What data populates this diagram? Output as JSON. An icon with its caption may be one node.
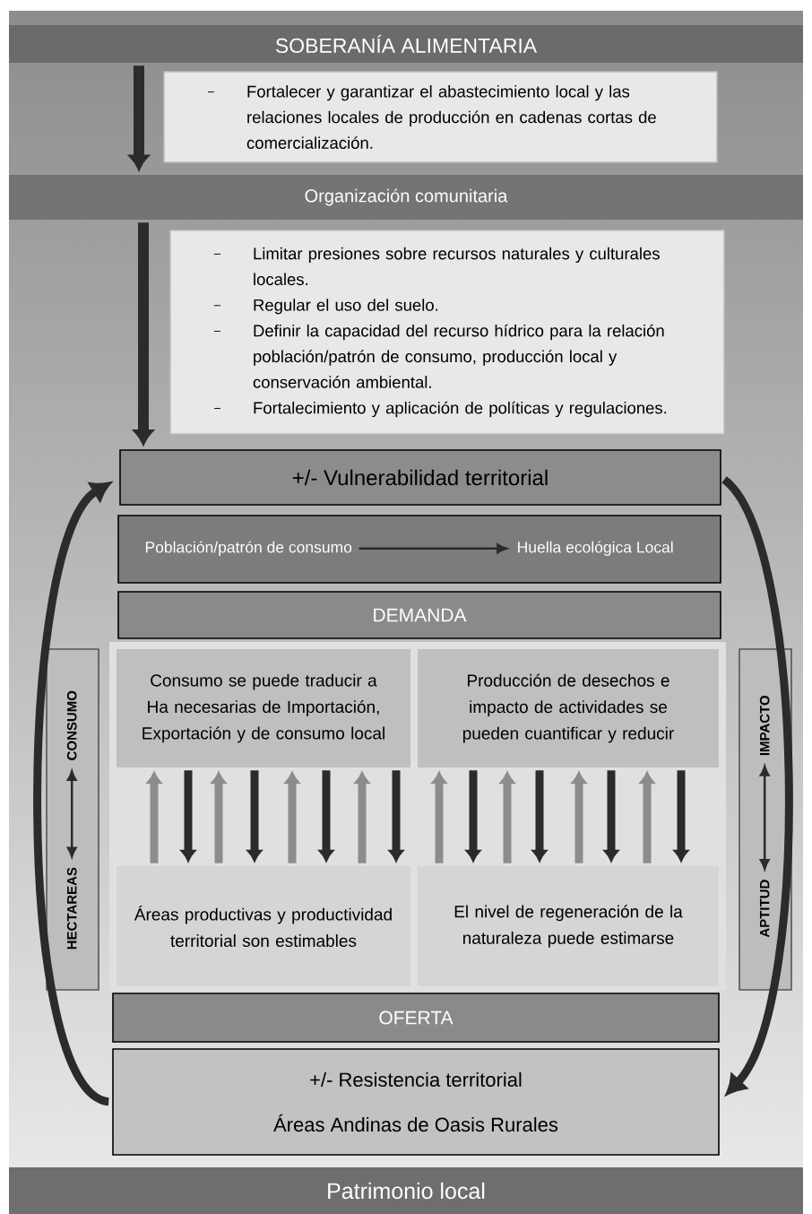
{
  "diagram": {
    "nodes": [
      {
        "text": [
          "SOBERANÍA ALIMENTARIA"
        ]
      },
      {
        "text": [
          "Fortalecer y garantizar el abastecimiento local y las relaciones locales de producción en cadenas cortas de comercialización."
        ]
      },
      {
        "text": [
          "Organización comunitaria"
        ]
      },
      {
        "text": [
          "Limitar presiones sobre recursos naturales y culturales locales.",
          "Regular el uso del suelo.",
          "Definir la capacidad del recurso hídrico para la relación población/patrón de consumo, producción local y conservación ambiental.",
          "Fortalecimiento y aplicación de políticas y regulaciones."
        ]
      },
      {
        "text": [
          "+/- Vulnerabilidad territorial"
        ]
      },
      {
        "text": [],
        "shape": "box"
      },
      {
        "text": [
          "Población/patrón de consumo"
        ],
        "in": 5
      },
      {
        "text": [
          "Huella ecológica Local"
        ],
        "in": 5
      },
      {
        "text": [
          "DEMANDA"
        ]
      },
      {
        "text": [
          "Consumo se puede traducir a Ha necesarias de Importación, Exportación y de consumo local"
        ]
      },
      {
        "text": [
          "Producción de desechos e impacto de actividades se pueden cuantificar y reducir"
        ]
      },
      {
        "text": [
          "Áreas productivas y productividad territorial son estimables"
        ]
      },
      {
        "text": [
          "El nivel de regeneración de la naturaleza puede estimarse"
        ]
      },
      {
        "text": [],
        "shape": "box"
      },
      {
        "text": [
          "CONSUMO"
        ],
        "in": 13
      },
      {
        "text": [
          "HECTAREAS"
        ],
        "in": 13
      },
      {
        "text": [],
        "shape": "box"
      },
      {
        "text": [
          "IMPACTO"
        ],
        "in": 16
      },
      {
        "text": [
          "APTITUD"
        ],
        "in": 16
      },
      {
        "text": [
          "OFERTA"
        ]
      },
      {
        "text": [
          "+/- Resistencia territorial",
          "Áreas Andinas de Oasis Rurales"
        ]
      },
      {
        "text": [
          "Patrimonio local"
        ]
      }
    ],
    "edges": [
      {
        "from": 0,
        "to": 2,
        "arrow": "to"
      },
      {
        "from": 2,
        "to": 4,
        "arrow": "to"
      },
      {
        "from": 6,
        "to": 7,
        "arrow": "to"
      },
      {
        "from": 15,
        "to": 14,
        "arrow": "both"
      },
      {
        "from": 18,
        "to": 17,
        "arrow": "both"
      },
      {
        "from": 4,
        "to": 20,
        "arrow": "to"
      },
      {
        "from": 20,
        "to": 4,
        "arrow": "to"
      },
      {
        "from": 11,
        "to": 9,
        "arrow": "to",
        "color": "#8c8c8c"
      },
      {
        "from": 9,
        "to": 11,
        "arrow": "to"
      },
      {
        "from": 11,
        "to": 9,
        "arrow": "to",
        "color": "#8c8c8c"
      },
      {
        "from": 9,
        "to": 11,
        "arrow": "to"
      },
      {
        "from": 11,
        "to": 9,
        "arrow": "to",
        "color": "#8c8c8c"
      },
      {
        "from": 9,
        "to": 11,
        "arrow": "to"
      },
      {
        "from": 11,
        "to": 9,
        "arrow": "to",
        "color": "#8c8c8c"
      },
      {
        "from": 9,
        "to": 11,
        "arrow": "to"
      },
      {
        "from": 12,
        "to": 10,
        "arrow": "to",
        "color": "#8c8c8c"
      },
      {
        "from": 10,
        "to": 12,
        "arrow": "to"
      },
      {
        "from": 12,
        "to": 10,
        "arrow": "to",
        "color": "#8c8c8c"
      },
      {
        "from": 10,
        "to": 12,
        "arrow": "to"
      },
      {
        "from": 12,
        "to": 10,
        "arrow": "to",
        "color": "#8c8c8c"
      },
      {
        "from": 10,
        "to": 12,
        "arrow": "to"
      },
      {
        "from": 12,
        "to": 10,
        "arrow": "to",
        "color": "#8c8c8c"
      },
      {
        "from": 10,
        "to": 12,
        "arrow": "to"
      }
    ]
  }
}
